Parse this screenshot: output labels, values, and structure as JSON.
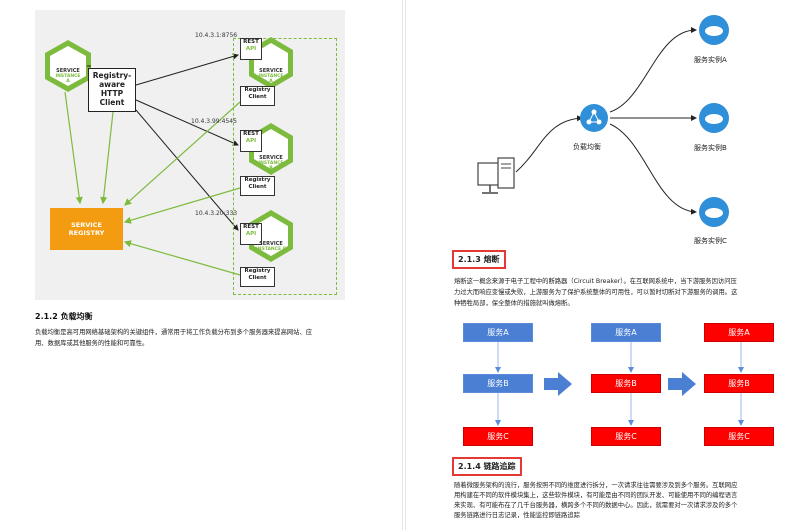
{
  "left": {
    "diagram": {
      "service_a": {
        "title": "SERVICE",
        "sub": "INSTANCE A"
      },
      "registry_aware": [
        "Registry-",
        "aware",
        "HTTP",
        "Client"
      ],
      "service_registry": [
        "SERVICE",
        "REGISTRY"
      ],
      "instances": [
        {
          "ip": "10.4.3.1:8756",
          "rest": "REST",
          "api": "API",
          "title": "SERVICE",
          "sub": "INSTANCE A",
          "client": [
            "Registry",
            "Client"
          ]
        },
        {
          "ip": "10.4.3.99:4545",
          "rest": "REST",
          "api": "API",
          "title": "SERVICE",
          "sub": "INSTANCE B",
          "client": [
            "Registry",
            "Client"
          ]
        },
        {
          "ip": "10.4.3.20:333",
          "rest": "REST",
          "api": "API",
          "title": "SERVICE",
          "sub": "INSTANCE C",
          "client": [
            "Registry",
            "Client"
          ]
        }
      ]
    },
    "section_title": "2.1.2 负载均衡",
    "section_body": [
      "负载均衡是高可用网络基础架构的关键组件，通常用于将工作负载分布到多个服务器来提高网站、应",
      "用、数据库或其他服务的性能和可靠性。"
    ]
  },
  "right": {
    "lb_diagram": {
      "center_label": "负载均衡",
      "instances": [
        "服务实例A",
        "服务实例B",
        "服务实例C"
      ]
    },
    "circuit": {
      "heading": "2.1.3 熔断",
      "body": [
        "熔断这一概念来源于电子工程中的断路器（Circuit Breaker）。在互联网系统中，当下游服务因访问压",
        "力过大而响应变慢或失败，上游服务为了保护系统整体的可用性，可以暂时切断对下游服务的调用。这",
        "种牺牲局部，保全整体的措施就叫做熔断。"
      ],
      "columns": [
        [
          "服务A",
          "服务B",
          "服务C"
        ],
        [
          "服务A",
          "服务B",
          "服务C"
        ],
        [
          "服务A",
          "服务B",
          "服务C"
        ]
      ]
    },
    "tracing": {
      "heading": "2.1.4 链路追踪",
      "body": [
        "随着微服务架构的流行，服务按照不同的维度进行拆分，一次请求往往需要涉及到多个服务。互联网应",
        "用构建在不同的软件模块集上，这些软件模块，有可能是由不同的团队开发、可能使用不同的编程语言",
        "来实现、有可能布在了几千台服务器，横跨多个不同的数据中心。因此，就需要对一次请求涉及的多个",
        "服务链路进行日志记录，性能监控即链路追踪"
      ]
    }
  },
  "colors": {
    "green": "#7dbb3e",
    "orange": "#f39c12",
    "blue": "#4a7fd4",
    "red": "#ff0000",
    "cloud": "#2f8fd8"
  }
}
